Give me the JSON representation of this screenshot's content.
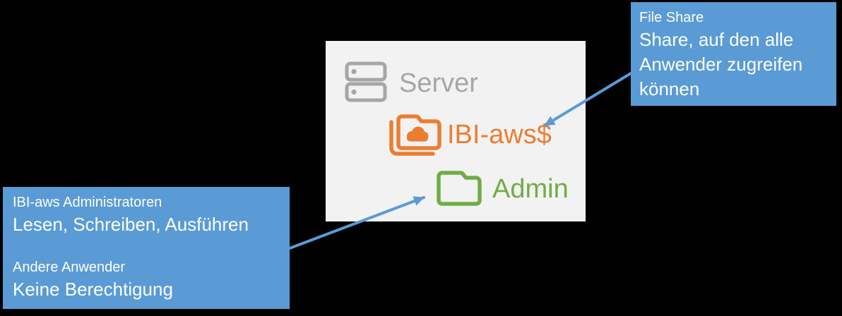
{
  "colors": {
    "background": "#000000",
    "panel_bg": "#f2f2f2",
    "callout_bg": "#5b9bd5",
    "callout_text": "#ffffff",
    "server_gray": "#a6a6a6",
    "share_orange": "#ed7d31",
    "admin_green": "#70ad47",
    "arrow_blue": "#5b9bd5"
  },
  "panel": {
    "title": "Server",
    "items": [
      {
        "label": "IBI-aws$",
        "icon": "folder-cloud-share-icon"
      },
      {
        "label": "Admin",
        "icon": "folder-icon"
      }
    ],
    "title_icon": "server-stack-icon"
  },
  "callout_file_share": {
    "title": "File Share",
    "body": "Share, auf den alle\nAnwender zugreifen\nkönnen"
  },
  "callout_permissions": {
    "group1_title": "IBI-aws Administratoren",
    "group1_body": "Lesen, Schreiben, Ausführen",
    "group2_title": "Andere Anwender",
    "group2_body": "Keine Berechtigung"
  }
}
